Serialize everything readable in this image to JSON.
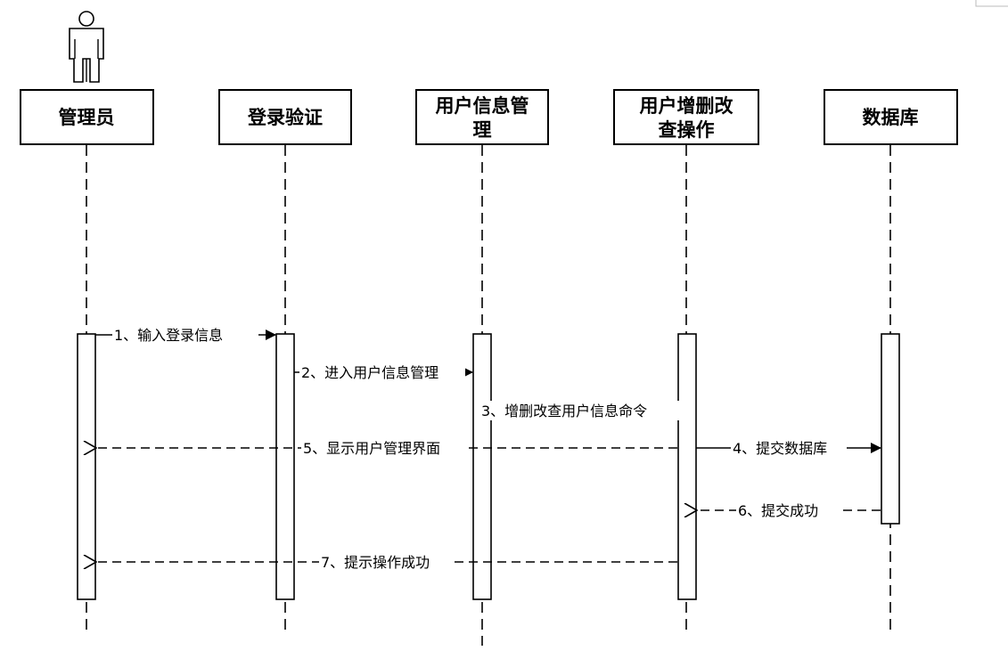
{
  "participants": [
    {
      "id": "admin",
      "label_lines": [
        "管理员"
      ],
      "actor_icon": "person-icon"
    },
    {
      "id": "login",
      "label_lines": [
        "登录验证"
      ]
    },
    {
      "id": "usermgmt",
      "label_lines": [
        "用户信息管",
        "理"
      ]
    },
    {
      "id": "crud",
      "label_lines": [
        "用户增删改",
        "查操作"
      ]
    },
    {
      "id": "db",
      "label_lines": [
        "数据库"
      ]
    }
  ],
  "messages": [
    {
      "label": "1、输入登录信息",
      "from": "admin",
      "to": "login",
      "style": "solid"
    },
    {
      "label": "2、进入用户信息管理",
      "from": "login",
      "to": "usermgmt",
      "style": "solid"
    },
    {
      "label": "3、增删改查用户信息命令",
      "from": "usermgmt",
      "to": "crud",
      "style": "solid"
    },
    {
      "label": "4、提交数据库",
      "from": "crud",
      "to": "db",
      "style": "solid"
    },
    {
      "label": "5、显示用户管理界面",
      "from": "crud",
      "to": "admin",
      "style": "dashed"
    },
    {
      "label": "6、提交成功",
      "from": "db",
      "to": "crud",
      "style": "dashed"
    },
    {
      "label": "7、提示操作成功",
      "from": "crud",
      "to": "admin",
      "style": "dashed"
    }
  ]
}
